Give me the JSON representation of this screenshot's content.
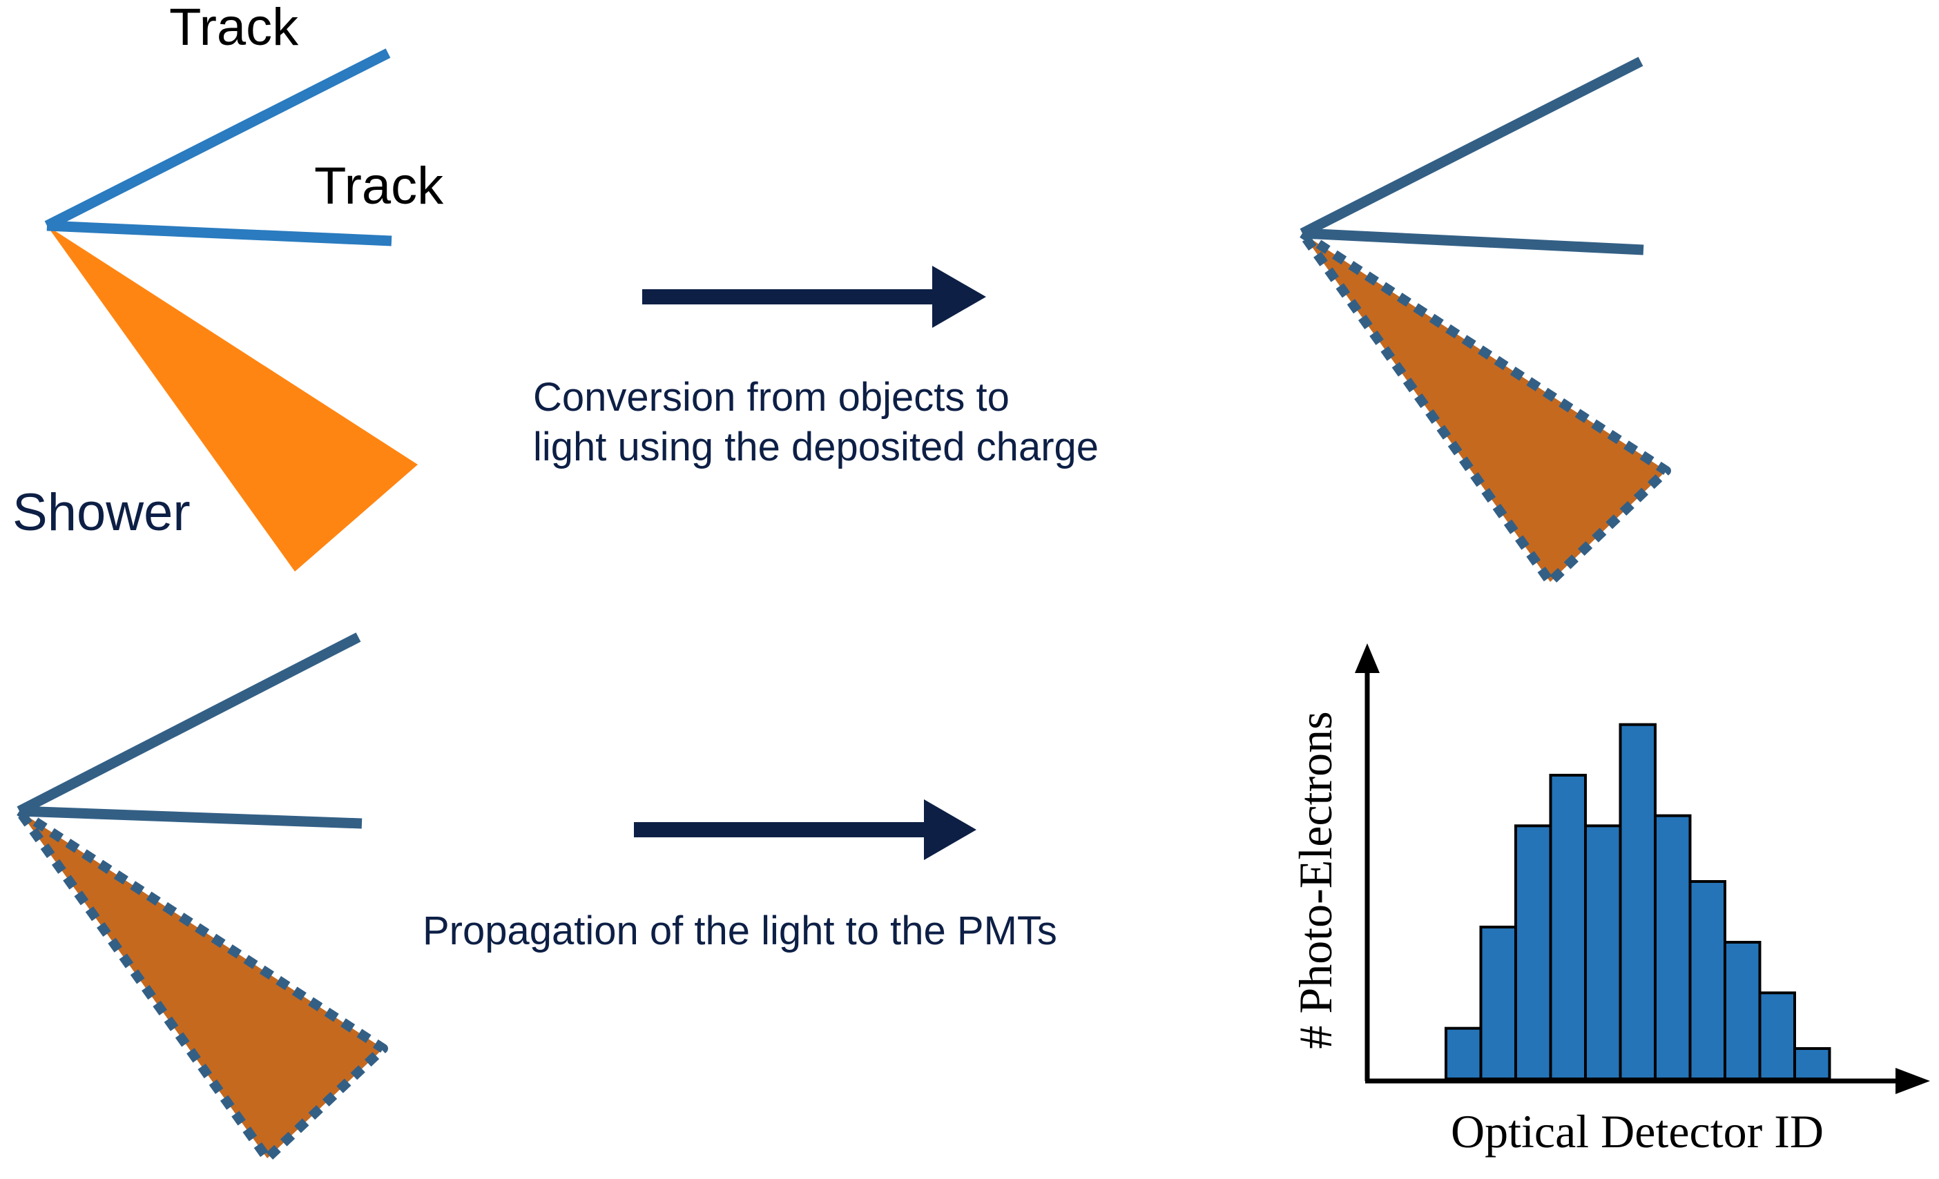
{
  "labels": {
    "track_upper": "Track",
    "track_lower": "Track",
    "shower": "Shower",
    "caption_step1_line1": "Conversion from objects to",
    "caption_step1_line2": "light using the deposited charge",
    "caption_step2": "Propagation of the light to the PMTs"
  },
  "chart_data": {
    "type": "bar",
    "xlabel": "Optical Detector ID",
    "ylabel": "# Photo-Electrons",
    "values": [
      1,
      3,
      5,
      6,
      5,
      7,
      5.2,
      3.9,
      2.7,
      1.7,
      0.6
    ],
    "ylim": [
      0,
      7.5
    ],
    "grid": false
  },
  "colors": {
    "track_blue": "#2a7bbf",
    "shower_orange": "#ff8512",
    "track_dark": "#335f85",
    "shower_dark": "#c5691f",
    "arrow": "#0d1f45",
    "text_label": "#000000",
    "text_caption": "#0d1f45",
    "bar_fill": "#2474b7",
    "bar_stroke": "#000000"
  }
}
